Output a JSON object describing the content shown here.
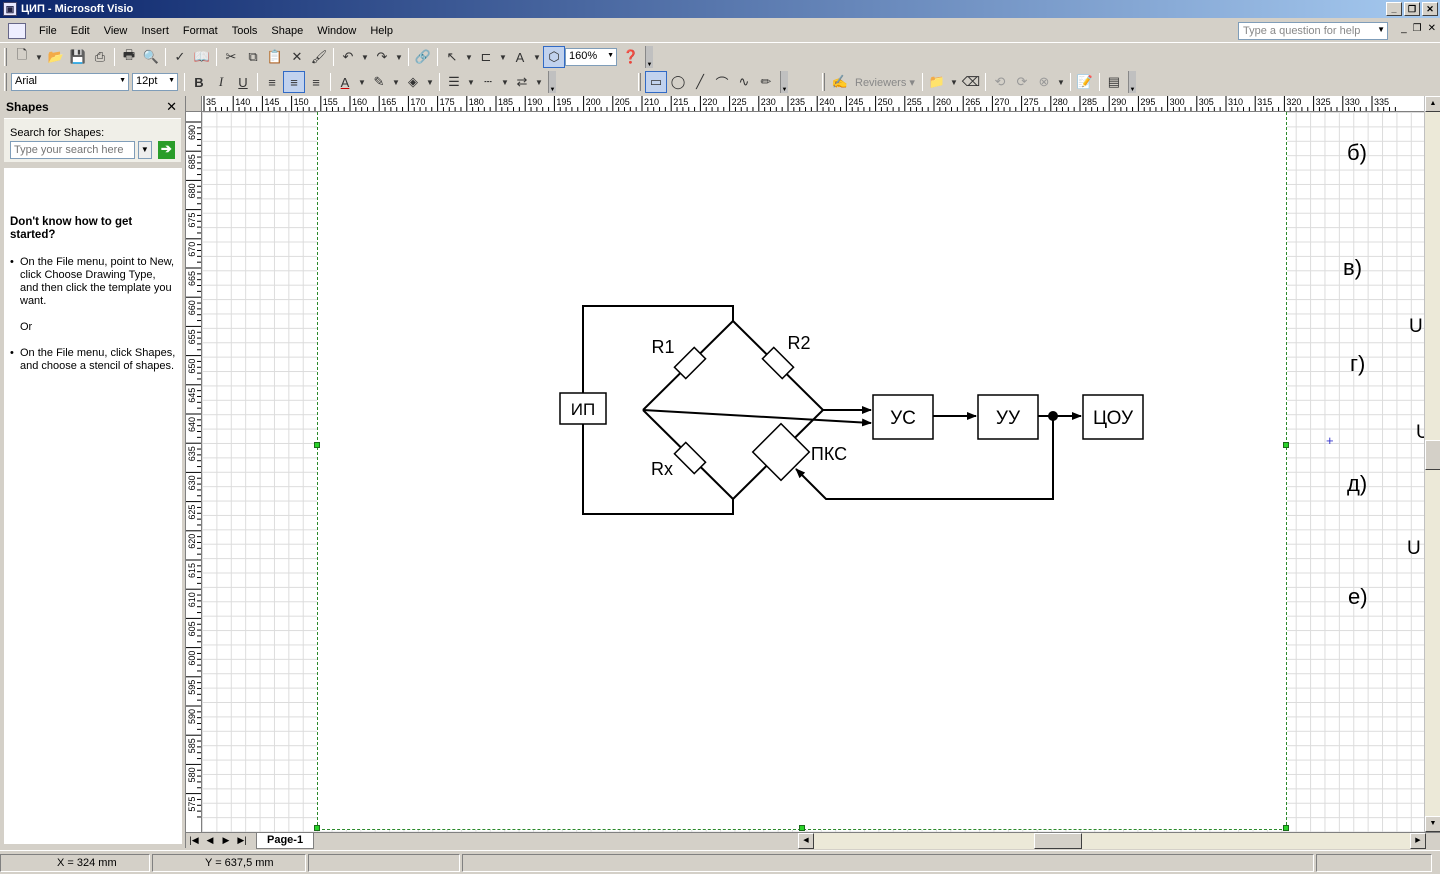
{
  "window": {
    "title": "ЦИП - Microsoft Visio"
  },
  "menu": {
    "items": [
      {
        "label": "File"
      },
      {
        "label": "Edit"
      },
      {
        "label": "View"
      },
      {
        "label": "Insert"
      },
      {
        "label": "Format"
      },
      {
        "label": "Tools"
      },
      {
        "label": "Shape"
      },
      {
        "label": "Window"
      },
      {
        "label": "Help"
      }
    ],
    "help_placeholder": "Type a question for help"
  },
  "toolbar": {
    "zoom": "160%",
    "font_name": "Arial",
    "font_size": "12pt",
    "reviewers_label": "Reviewers"
  },
  "shapes_pane": {
    "title": "Shapes",
    "search_label": "Search for Shapes:",
    "search_placeholder": "Type your search here",
    "help_title": "Don't know how to get started?",
    "help_item_1": "On the File menu, point to New, click Choose Drawing Type, and then click the template you want.",
    "help_or": "Or",
    "help_item_2": "On the File menu, click Shapes, and choose a stencil of shapes."
  },
  "rulers": {
    "horizontal": [
      "35",
      "140",
      "145",
      "150",
      "155",
      "160",
      "165",
      "170",
      "175",
      "180",
      "185",
      "190",
      "195",
      "200",
      "205",
      "210",
      "215",
      "220",
      "225",
      "230",
      "235",
      "240",
      "245",
      "250",
      "255",
      "260",
      "265",
      "270",
      "275",
      "280",
      "285",
      "290",
      "295",
      "300",
      "305",
      "310",
      "315",
      "320",
      "325",
      "330",
      "335"
    ],
    "vertical": [
      "690",
      "685",
      "680",
      "675",
      "670",
      "665",
      "660",
      "655",
      "650",
      "645",
      "640",
      "635",
      "630",
      "625",
      "620",
      "615",
      "610",
      "605",
      "600",
      "595",
      "590",
      "585",
      "580",
      "575"
    ]
  },
  "diagram": {
    "source": "ИП",
    "r1": "R1",
    "r2": "R2",
    "rx": "Rx",
    "pks": "ПКС",
    "us": "УС",
    "uu": "УУ",
    "tsou": "ЦОУ"
  },
  "side_labels": [
    "б)",
    "в)",
    "г)",
    "д)",
    "е)"
  ],
  "side_u": [
    "U",
    "U",
    "U"
  ],
  "page_tab": "Page-1",
  "status": {
    "x": "X = 324 mm",
    "y": "Y = 637,5 mm"
  }
}
